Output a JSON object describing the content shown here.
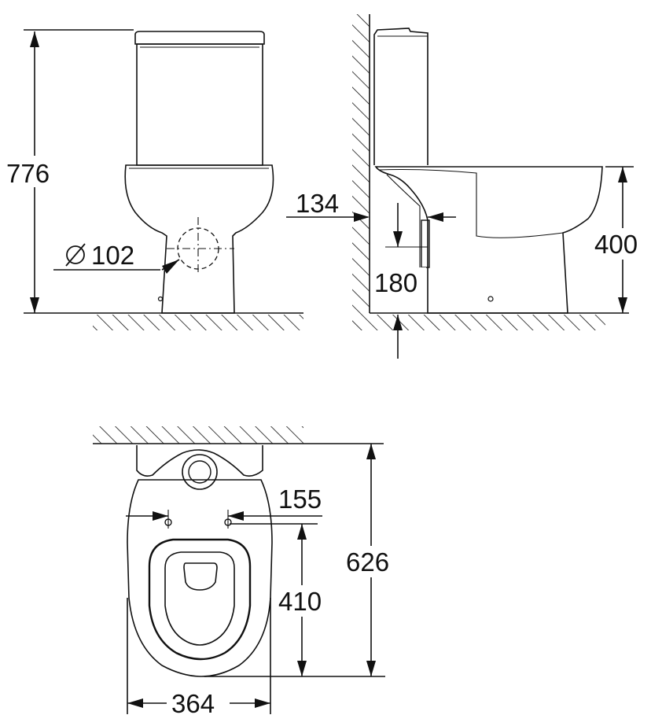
{
  "dimensions": {
    "total_height": "776",
    "outlet_diameter": "102",
    "wall_gap": "134",
    "outlet_height": "180",
    "bowl_height": "400",
    "fixing_spacing": "155",
    "depth": "626",
    "fixing_to_front": "410",
    "width": "364"
  },
  "icons": {
    "diameter_symbol": "diameter-symbol-icon"
  }
}
